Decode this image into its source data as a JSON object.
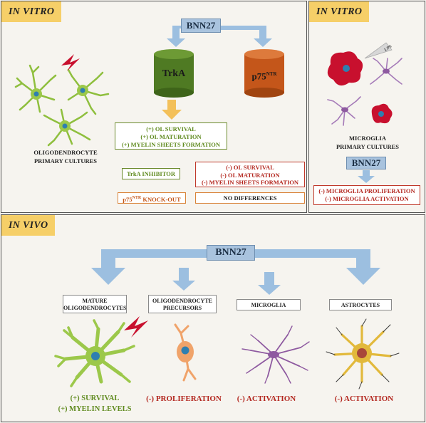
{
  "panel_a": {
    "tag": "IN VITRO",
    "bnn": "BNN27",
    "trka": "TrkA",
    "p75": "p75",
    "p75_sup": "NTR",
    "culture_label": [
      "OLIGODENDROCYTE",
      "PRIMARY CULTURES"
    ],
    "positive_effects": [
      "(+) OL SURVIVAL",
      "(+) OL MATURATION",
      "(+) MYELIN SHEETS FORMATION"
    ],
    "trka_inhibitor": "TrkA INHIBITOR",
    "negative_effects": [
      "(-) OL SURVIVAL",
      "(-) OL MATURATION",
      "(-) MYELIN SHEETS FORMATION"
    ],
    "knockout_prefix": "p75",
    "knockout_sup": "NTR",
    "knockout_suffix": " KNOCK-OUT",
    "no_differences": "NO DIFFERENCES"
  },
  "panel_b": {
    "tag": "IN VITRO",
    "lps": "LPS",
    "culture_label": [
      "MICROGLIA",
      "PRIMARY CULTURES"
    ],
    "bnn": "BNN27",
    "effects": [
      "(-) MICROGLIA PROLIFERATION",
      "(-) MICROGLIA ACTIVATION"
    ]
  },
  "panel_c": {
    "tag": "IN VIVO",
    "bnn": "BNN27",
    "targets": [
      {
        "label": [
          "MATURE",
          "OLIGODENDROCYTES"
        ],
        "outcome": [
          "(+) SURVIVAL",
          "(+) MYELIN LEVELS"
        ]
      },
      {
        "label": [
          "OLIGODENDROCYTE",
          "PRECURSORS"
        ],
        "outcome": [
          "(-) PROLIFERATION"
        ]
      },
      {
        "label": [
          "MICROGLIA"
        ],
        "outcome": [
          "(-) ACTIVATION"
        ]
      },
      {
        "label": [
          "ASTROCYTES"
        ],
        "outcome": [
          "(-) ACTIVATION"
        ]
      }
    ]
  },
  "colors": {
    "trka": "#4f7a23",
    "p75": "#c4561a",
    "arrow": "#9cbfe0",
    "oligodendrocyte": "#9cc84a",
    "microglia": "#8e5aa0",
    "astrocyte": "#e2b93b",
    "opc": "#f0a36a",
    "lightning": "#c8102e"
  }
}
